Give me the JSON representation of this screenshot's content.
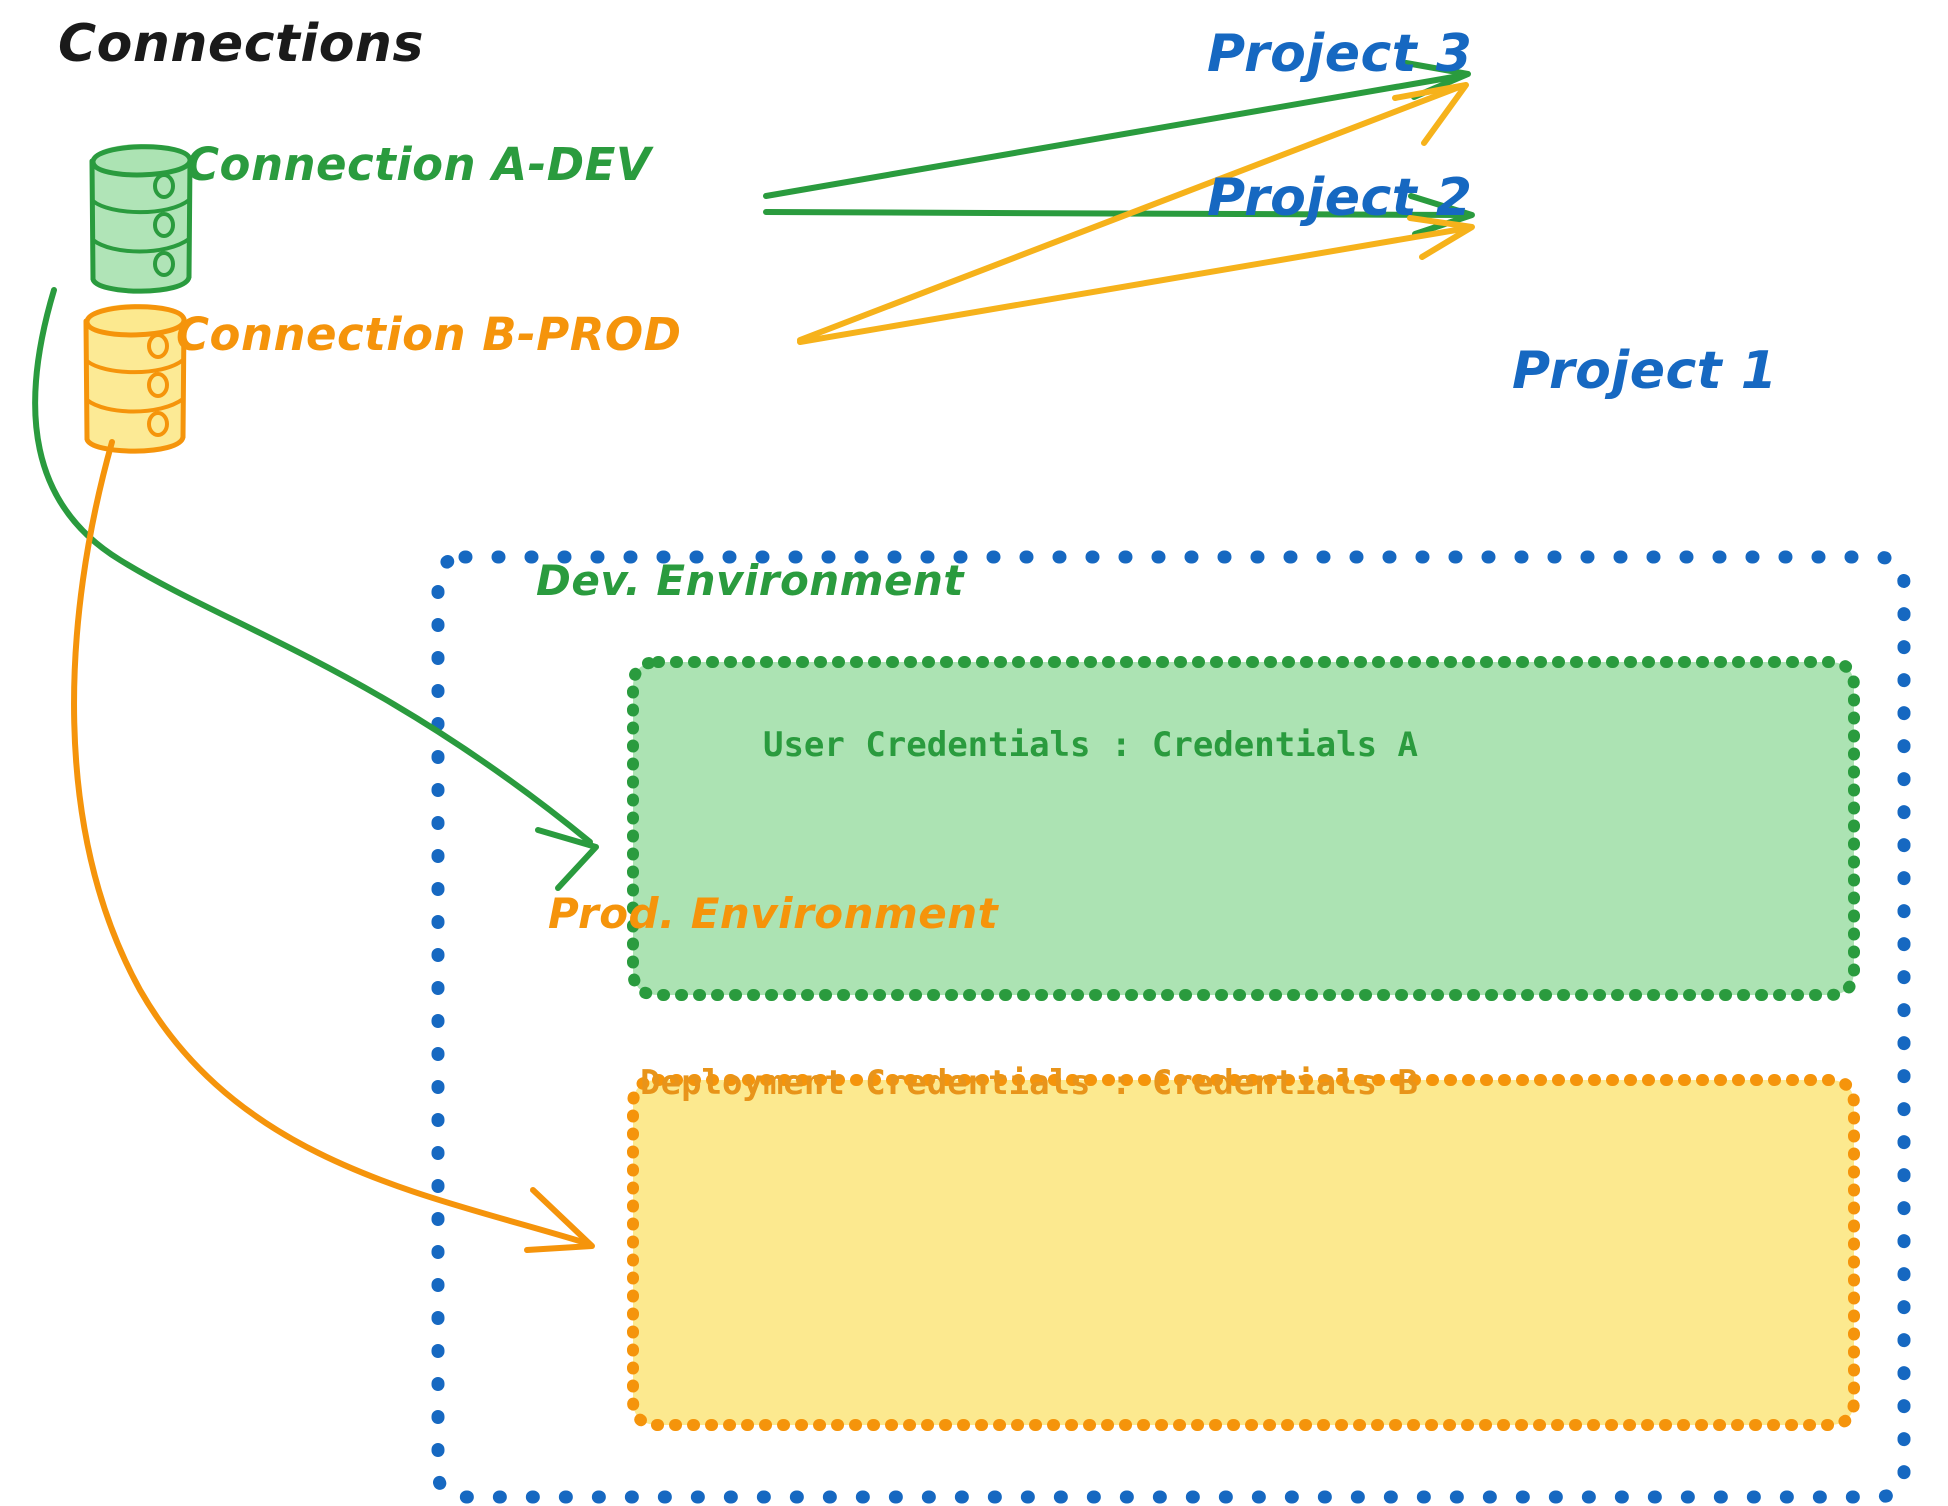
{
  "diagram": {
    "title": "Connections",
    "type": "connections-to-projects",
    "background": "#ffffff"
  },
  "colors": {
    "green_stroke": "#2a9b3e",
    "green_fill": "#ace3b3",
    "orange_stroke": "#f5940b",
    "orange_fill": "#fce98f",
    "blue": "#1668c1",
    "text_dark": "#1a1a1a"
  },
  "connections": [
    {
      "id": "connection-a-dev",
      "label": "Connection A-DEV",
      "icon": "database-cylinder-icon",
      "color": "#2a9b3e",
      "fill": "#ace3b3",
      "targets": [
        "Project 3",
        "Project 2",
        "Dev. Environment"
      ]
    },
    {
      "id": "connection-b-prod",
      "label": "Connection B-PROD",
      "icon": "database-cylinder-icon",
      "color": "#f5940b",
      "fill": "#fce98f",
      "targets": [
        "Project 3",
        "Project 2",
        "Prod. Environment"
      ]
    }
  ],
  "projects": [
    {
      "id": "project-3",
      "label": "Project 3",
      "color": "#1668c1"
    },
    {
      "id": "project-2",
      "label": "Project 2",
      "color": "#1668c1"
    },
    {
      "id": "project-1",
      "label": "Project 1",
      "color": "#1668c1"
    }
  ],
  "project_1": {
    "label": "Project 1",
    "border_style": "dotted",
    "border_color": "#1668c1",
    "environments": [
      {
        "id": "dev-environment",
        "title": "Dev. Environment",
        "credentials_key": "User Credentials",
        "credentials_separator": ":",
        "credentials_value": "Credentials A",
        "credentials_line": "User Credentials : Credentials A",
        "border_color": "#2a9b3e",
        "fill_color": "#ace3b3",
        "text_color": "#2a9b3e"
      },
      {
        "id": "prod-environment",
        "title": "Prod. Environment",
        "credentials_key": "Deployment Credentials",
        "credentials_separator": ":",
        "credentials_value": "Credentials B",
        "credentials_line": "Deployment Credentials : Credentials B",
        "border_color": "#f5940b",
        "fill_color": "#fce98f",
        "text_color": "#e8941a"
      }
    ]
  },
  "edges": [
    {
      "from": "connection-a-dev",
      "to": "project-3",
      "color": "#2a9b3e",
      "style": "straight-arrow"
    },
    {
      "from": "connection-a-dev",
      "to": "project-2",
      "color": "#2a9b3e",
      "style": "straight-arrow"
    },
    {
      "from": "connection-a-dev",
      "to": "dev-environment",
      "color": "#2a9b3e",
      "style": "curved-arrow"
    },
    {
      "from": "connection-b-prod",
      "to": "project-3",
      "color": "#f5940b",
      "style": "straight-arrow"
    },
    {
      "from": "connection-b-prod",
      "to": "project-2",
      "color": "#f5940b",
      "style": "straight-arrow"
    },
    {
      "from": "connection-b-prod",
      "to": "prod-environment",
      "color": "#f5940b",
      "style": "curved-arrow"
    }
  ]
}
